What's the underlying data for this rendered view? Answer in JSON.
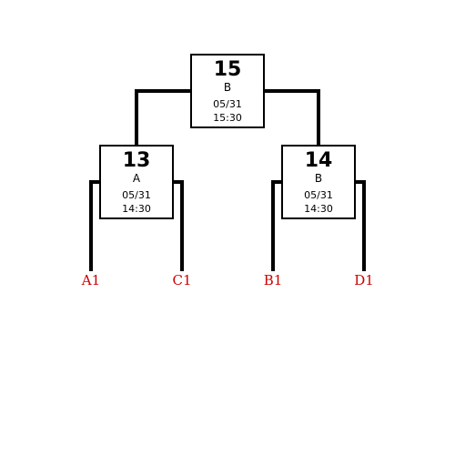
{
  "colors": {
    "line": "#000000",
    "box_border": "#000000",
    "seed_label": "#cc0000"
  },
  "matches": {
    "final": {
      "number": "15",
      "court": "B",
      "date": "05/31",
      "time": "15:30"
    },
    "left": {
      "number": "13",
      "court": "A",
      "date": "05/31",
      "time": "14:30"
    },
    "right": {
      "number": "14",
      "court": "B",
      "date": "05/31",
      "time": "14:30"
    }
  },
  "seeds": [
    "A1",
    "C1",
    "B1",
    "D1"
  ]
}
